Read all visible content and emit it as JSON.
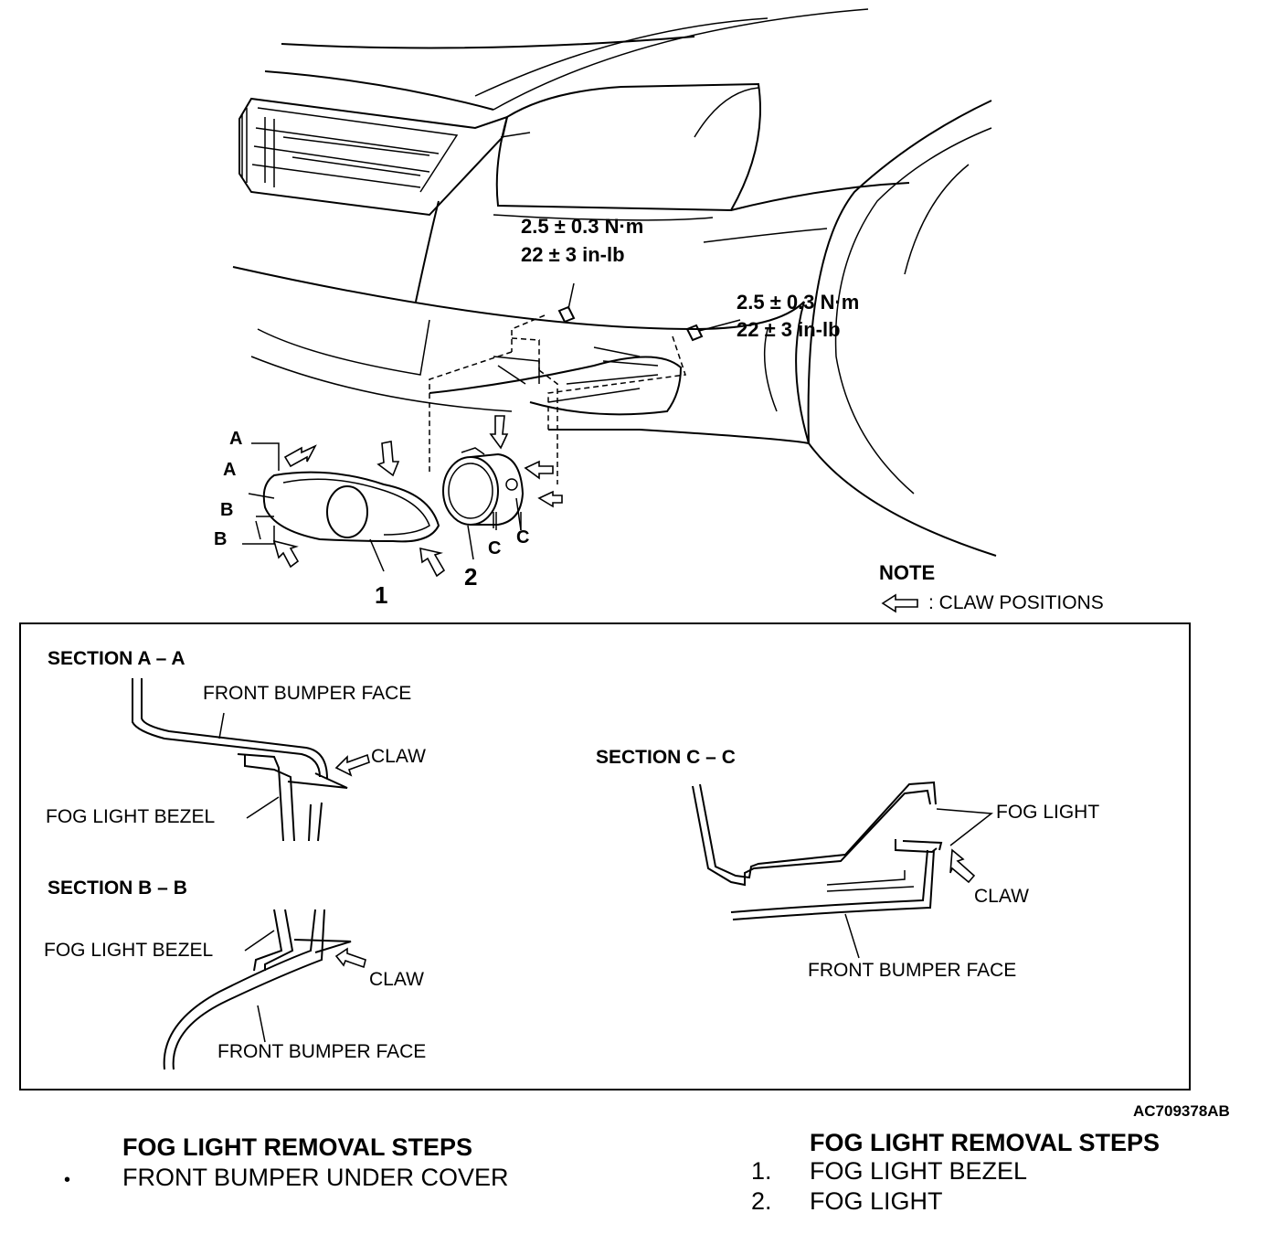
{
  "torque_upper": {
    "nm": "2.5 ± 0.3 N·m",
    "inlb": "22 ± 3 in-lb"
  },
  "torque_right": {
    "nm": "2.5 ± 0.3 N·m",
    "inlb": "22 ± 3 in-lb"
  },
  "callouts": {
    "bezel_number": "1",
    "foglight_number": "2",
    "a": "A",
    "b": "B",
    "c": "C"
  },
  "note": {
    "title": "NOTE",
    "legend": ": CLAW POSITIONS",
    "legend_icon": "hollow-left-arrow-icon"
  },
  "section_aa": {
    "title": "SECTION A – A",
    "bumper": "FRONT BUMPER FACE",
    "claw": "CLAW",
    "bezel": "FOG LIGHT BEZEL"
  },
  "section_bb": {
    "title": "SECTION B – B",
    "bezel": "FOG LIGHT BEZEL",
    "claw": "CLAW",
    "bumper": "FRONT BUMPER FACE"
  },
  "section_cc": {
    "title": "SECTION C – C",
    "foglight": "FOG LIGHT",
    "claw": "CLAW",
    "bumper": "FRONT BUMPER FACE"
  },
  "figure_id": "AC709378AB",
  "steps_left": {
    "heading": "FOG LIGHT REMOVAL STEPS",
    "items": [
      {
        "marker": "•",
        "text": "FRONT BUMPER UNDER COVER"
      }
    ]
  },
  "steps_right": {
    "heading": "FOG LIGHT REMOVAL STEPS",
    "items": [
      {
        "marker": "1.",
        "text": "FOG LIGHT BEZEL"
      },
      {
        "marker": "2.",
        "text": "FOG LIGHT"
      }
    ]
  }
}
